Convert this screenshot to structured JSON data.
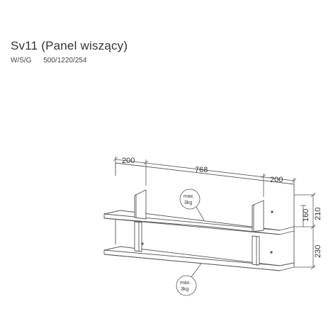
{
  "title": "Sv11 (Panel wiszący)",
  "subtitle": {
    "label": "W/S/G",
    "value": "500/1220/254"
  },
  "dimensions": {
    "top_left": "200",
    "top_middle": "768",
    "top_right": "200",
    "right_top": "160",
    "right_upper": "210",
    "right_lower": "230"
  },
  "notes": {
    "upper": {
      "line1": "max.",
      "line2": "3kg"
    },
    "lower": {
      "line1": "max.",
      "line2": "3kg"
    }
  }
}
